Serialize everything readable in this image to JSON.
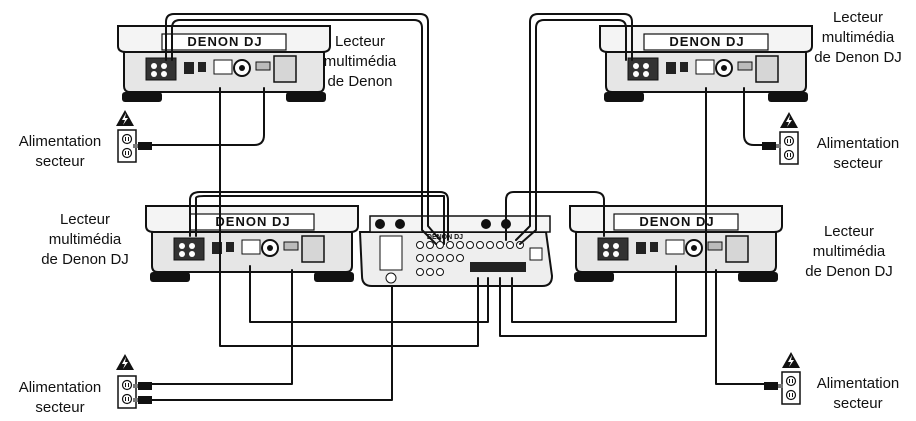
{
  "brand": "DENON DJ",
  "labels": {
    "player_top_left": [
      "Lecteur",
      "multimédia",
      "de Denon"
    ],
    "player_top_right": [
      "Lecteur",
      "multimédia",
      "de Denon DJ"
    ],
    "player_mid_left": [
      "Lecteur",
      "multimédia",
      "de Denon DJ"
    ],
    "player_mid_right": [
      "Lecteur",
      "multimédia",
      "de Denon DJ"
    ],
    "power_top_left": [
      "Alimentation",
      "secteur"
    ],
    "power_top_right": [
      "Alimentation",
      "secteur"
    ],
    "power_bottom_left": [
      "Alimentation",
      "secteur"
    ],
    "power_bottom_right": [
      "Alimentation",
      "secteur"
    ]
  }
}
